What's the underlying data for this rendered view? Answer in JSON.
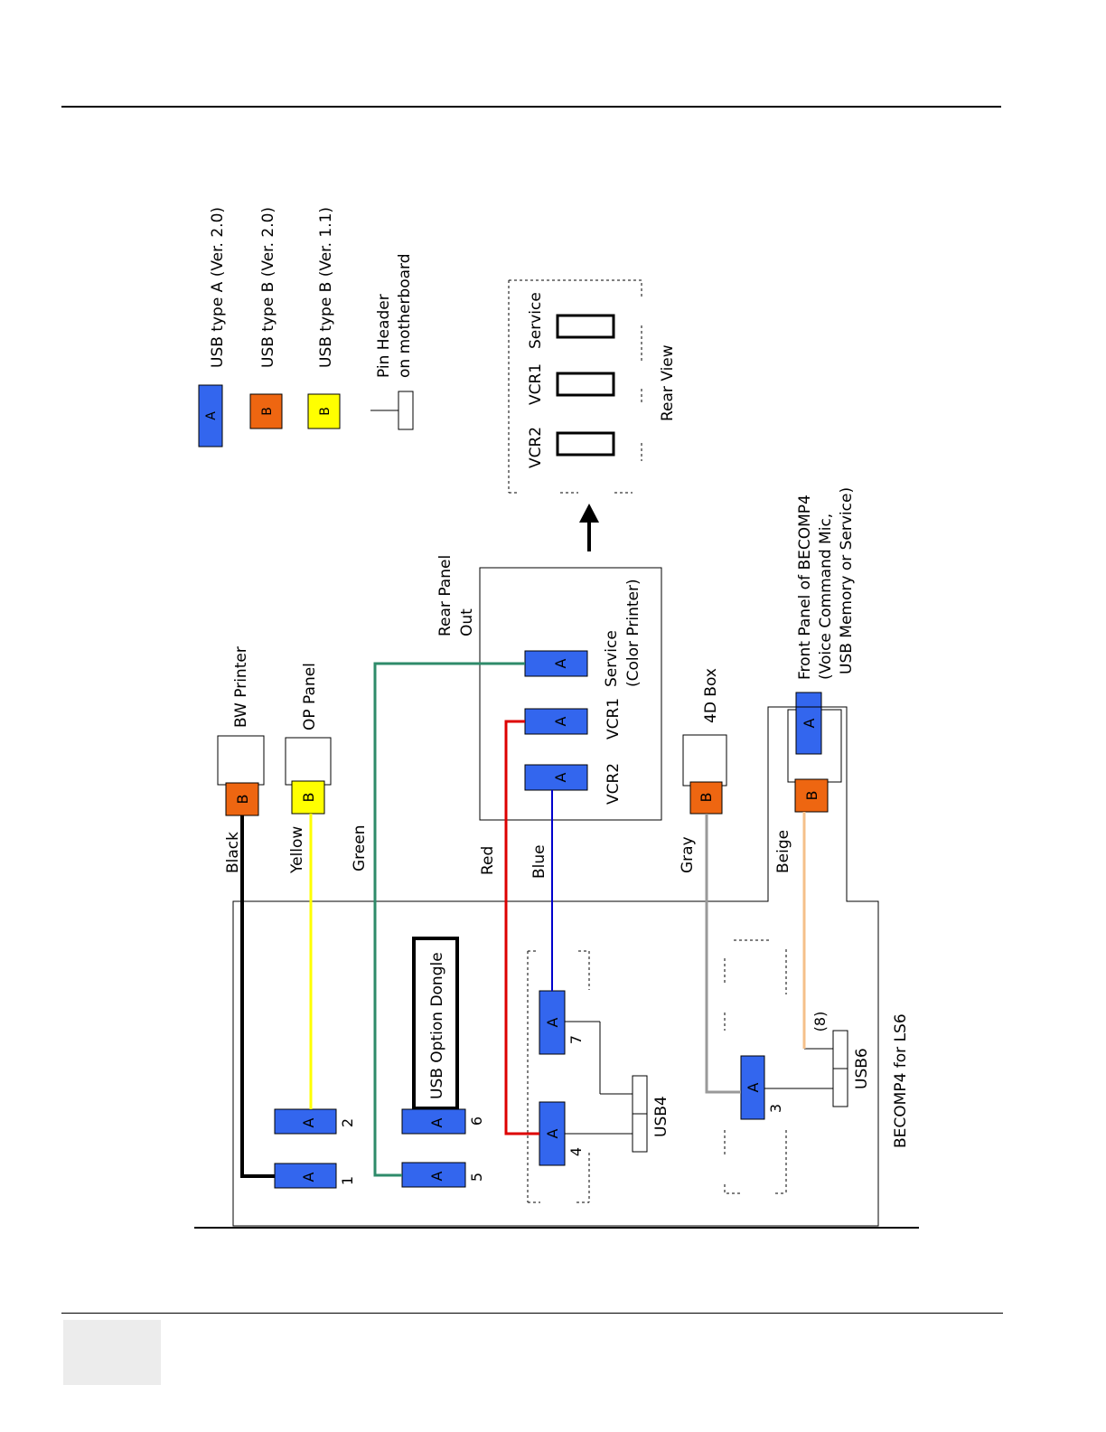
{
  "legend": {
    "type_a": {
      "letter": "A",
      "label": "USB type A (Ver. 2.0)"
    },
    "type_b2": {
      "letter": "B",
      "label": "USB type B (Ver. 2.0)"
    },
    "type_b11": {
      "letter": "B",
      "label": "USB type B (Ver. 1.1)"
    },
    "pin_header": {
      "line1": "Pin Header",
      "line2": "on motherboard"
    }
  },
  "rear_view": {
    "vcr2": "VCR2",
    "vcr1": "VCR1",
    "service": "Service",
    "caption": "Rear View"
  },
  "rear_panel": {
    "title1": "Rear Panel",
    "title2": "Out",
    "vcr2": "VCR2",
    "vcr1": "VCR1",
    "service1": "Service",
    "service2": "(Color Printer)"
  },
  "devices": {
    "bw_printer": "BW Printer",
    "op_panel": "OP Panel",
    "box4d": "4D Box",
    "front_panel1": "Front Panel of BECOMP4",
    "front_panel2": "(Voice Command Mic,",
    "front_panel3": "USB Memory or Service)"
  },
  "cables": {
    "black": "Black",
    "yellow": "Yellow",
    "green": "Green",
    "red": "Red",
    "blue": "Blue",
    "gray": "Gray",
    "beige": "Beige"
  },
  "becomp": {
    "title": "BECOMP4 for LS6",
    "dongle": "USB Option Dongle",
    "usb4": "USB4",
    "usb6": "USB6",
    "port_nums": [
      "1",
      "2",
      "4",
      "5",
      "6",
      "7",
      "3",
      "(8)"
    ]
  },
  "letters": {
    "a": "A",
    "b": "B"
  },
  "colors": {
    "type_a": "#3366ee",
    "type_b2": "#ee6611",
    "type_b11": "#ffff00",
    "black": "#000000",
    "yellow": "#ffff00",
    "green": "#2e8b6a",
    "red": "#dd0000",
    "blue": "#0000cc",
    "gray": "#999999",
    "beige": "#f5c08a"
  }
}
